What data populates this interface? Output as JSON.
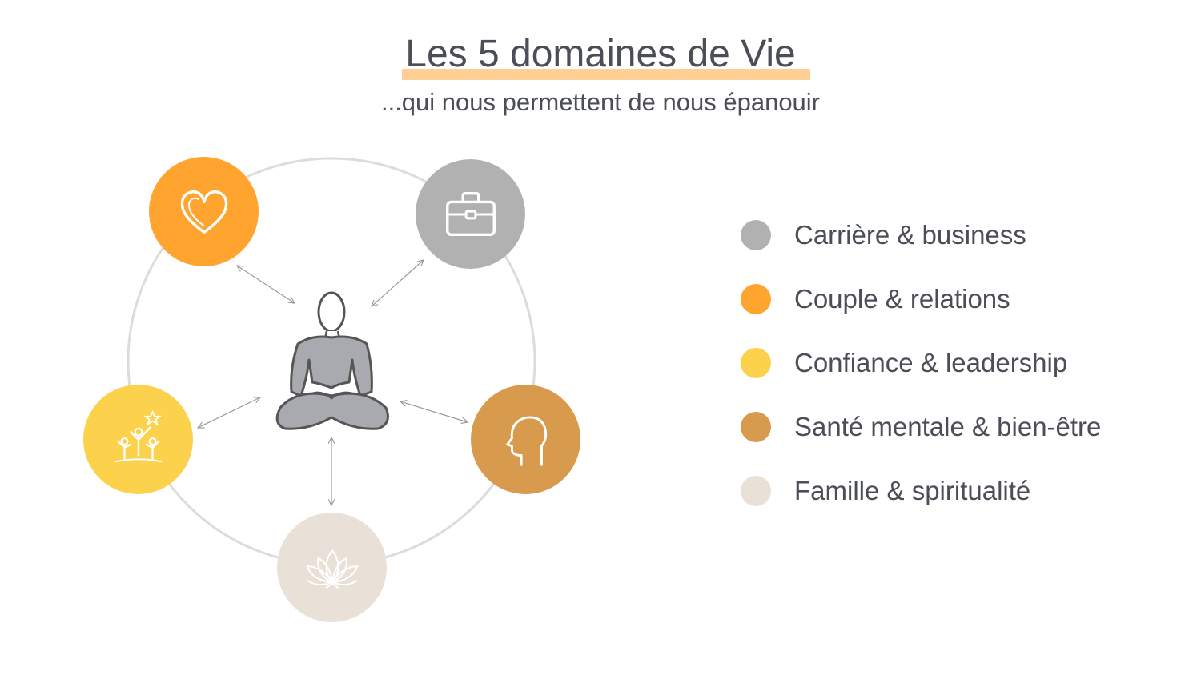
{
  "header": {
    "title": "Les 5 domaines de Vie",
    "subtitle": "...qui nous permettent de nous épanouir",
    "underline_color": "#ffcf94"
  },
  "diagram": {
    "center_icon": "meditating-person-icon",
    "nodes": [
      {
        "id": "career",
        "icon": "briefcase-icon",
        "color": "#b1b1b1"
      },
      {
        "id": "couple",
        "icon": "heart-icon",
        "color": "#ffa42f"
      },
      {
        "id": "confidence",
        "icon": "cheering-people-icon",
        "color": "#fcd14c"
      },
      {
        "id": "health",
        "icon": "head-profile-icon",
        "color": "#d89a4c"
      },
      {
        "id": "family",
        "icon": "lotus-icon",
        "color": "#e9e0d8"
      }
    ]
  },
  "legend": {
    "items": [
      {
        "label": "Carrière & business",
        "color": "#b1b1b1"
      },
      {
        "label": "Couple & relations",
        "color": "#ffa42f"
      },
      {
        "label": "Confiance & leadership",
        "color": "#fcd14c"
      },
      {
        "label": "Santé mentale & bien-être",
        "color": "#d89a4c"
      },
      {
        "label": "Famille & spiritualité",
        "color": "#e9e0d8"
      }
    ]
  }
}
